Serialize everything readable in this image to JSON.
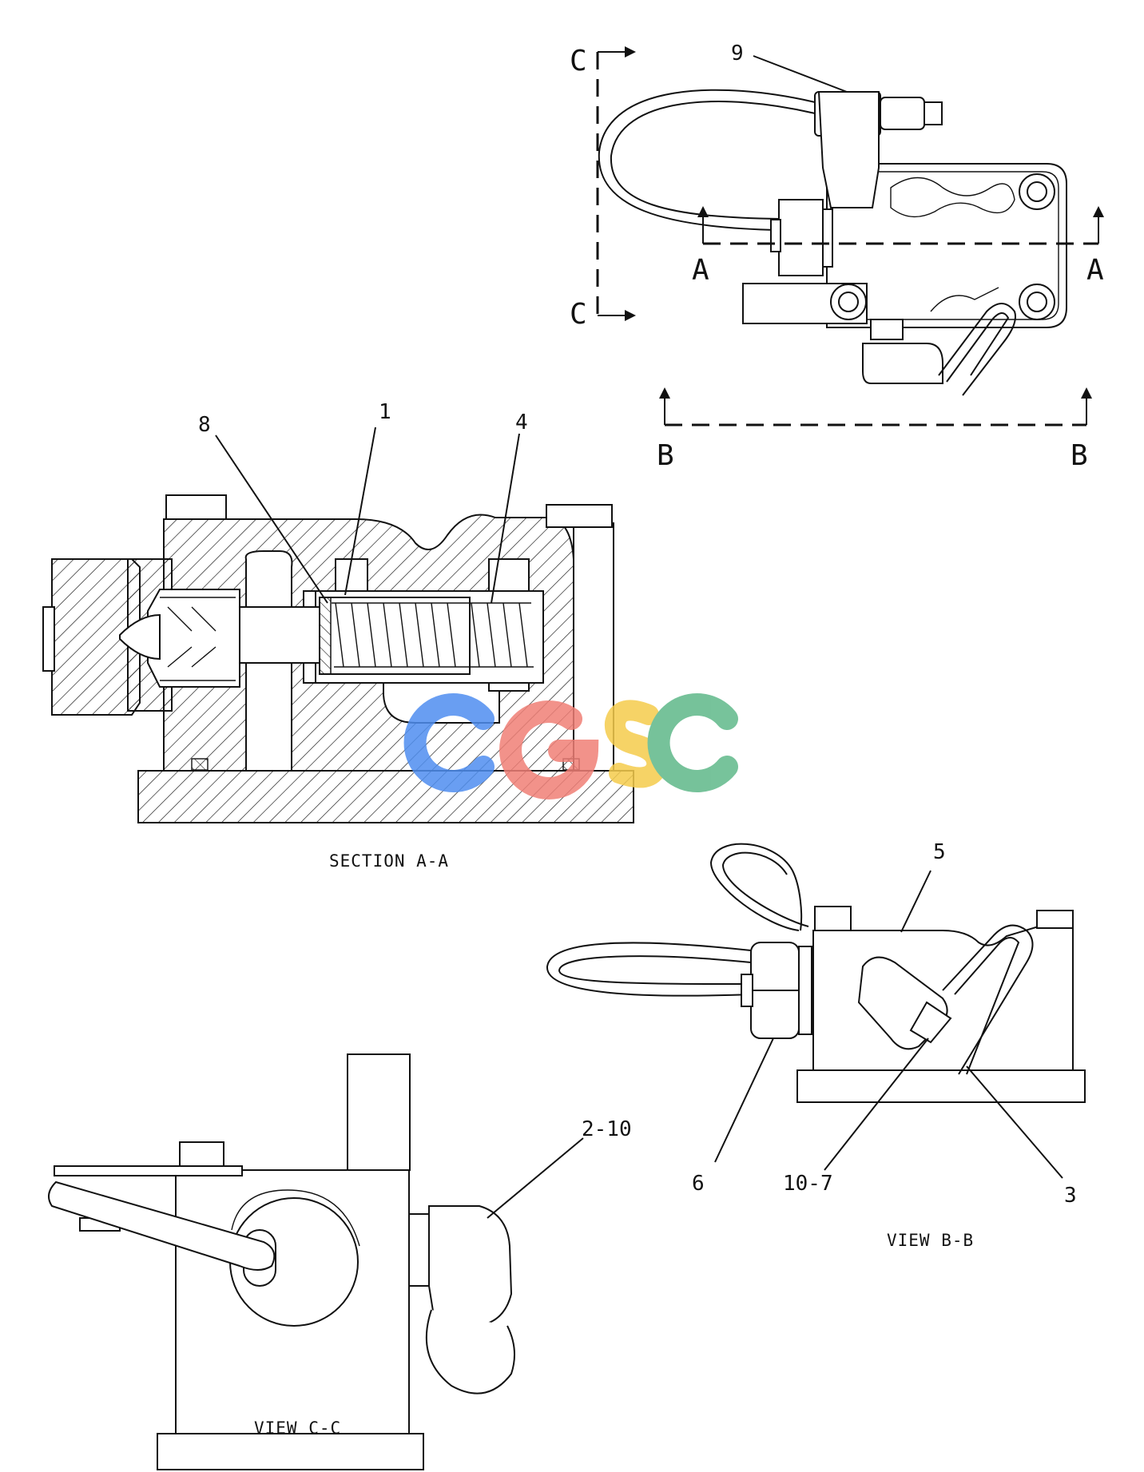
{
  "diagram": {
    "callouts": [
      "9",
      "8",
      "1",
      "4",
      "5",
      "6",
      "10-7",
      "3",
      "2-10"
    ],
    "section_letters": {
      "a": "A",
      "b": "B",
      "c": "C"
    },
    "captions": {
      "section_aa": "SECTION A-A",
      "view_bb": "VIEW B-B",
      "view_cc": "VIEW C-C"
    },
    "watermark": {
      "text": "CGSC",
      "colors": [
        "#4f8ef0",
        "#f07f76",
        "#f5cc4c",
        "#5fb889"
      ]
    }
  }
}
